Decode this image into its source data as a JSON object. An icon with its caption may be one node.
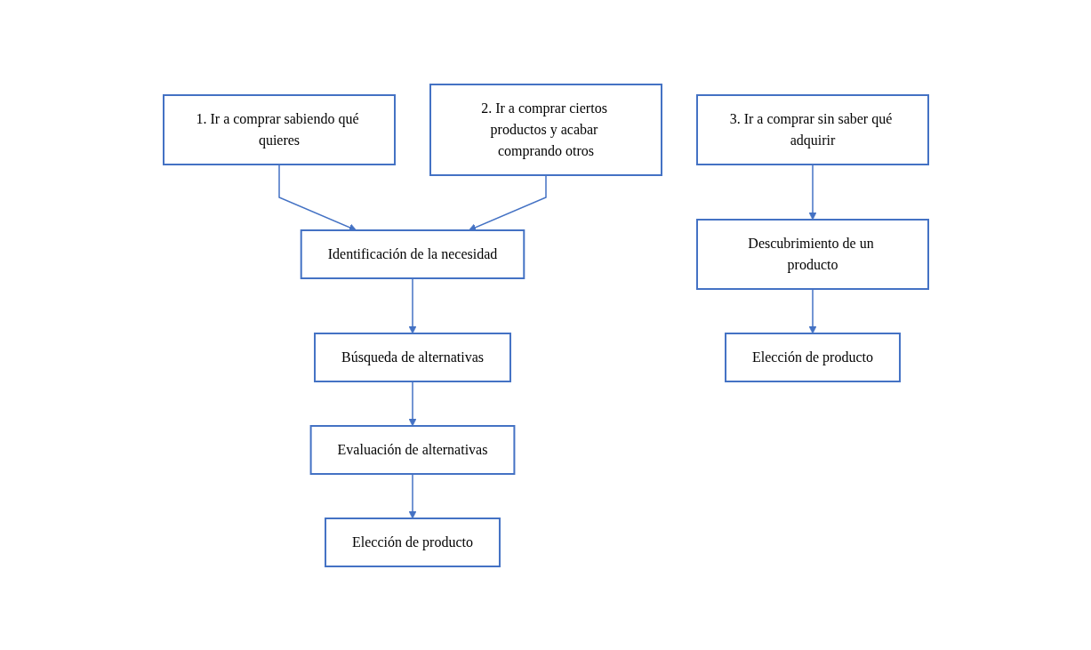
{
  "diagram": {
    "nodes": [
      {
        "text": [
          "1. Ir a comprar sabiendo qué quieres"
        ]
      },
      {
        "text": [
          "2. Ir a comprar ciertos productos y acabar comprando otros"
        ]
      },
      {
        "text": [
          "3. Ir a comprar sin saber qué adquirir"
        ]
      },
      {
        "text": [
          "Identificación de la necesidad"
        ]
      },
      {
        "text": [
          "Descubrimiento de un producto"
        ]
      },
      {
        "text": [
          "Búsqueda de alternativas"
        ]
      },
      {
        "text": [
          "Evaluación de alternativas"
        ]
      },
      {
        "text": [
          "Elección de producto"
        ]
      },
      {
        "text": [
          "Elección de producto"
        ]
      }
    ],
    "edges": [
      {
        "from": 0,
        "to": 3,
        "arrow": "to"
      },
      {
        "from": 1,
        "to": 3,
        "arrow": "to"
      },
      {
        "from": 2,
        "to": 4,
        "arrow": "to"
      },
      {
        "from": 3,
        "to": 5,
        "arrow": "to"
      },
      {
        "from": 5,
        "to": 6,
        "arrow": "to"
      },
      {
        "from": 6,
        "to": 7,
        "arrow": "to"
      },
      {
        "from": 4,
        "to": 8,
        "arrow": "to"
      }
    ]
  }
}
